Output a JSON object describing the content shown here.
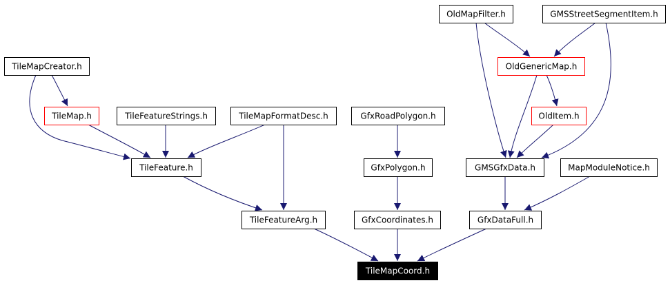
{
  "colors": {
    "edge": "#191970",
    "border_default": "#000000",
    "border_highlight": "#ff0000",
    "fill_default": "#ffffff",
    "fill_root": "#000000",
    "text_default": "#000000",
    "text_root": "#ffffff"
  },
  "nodes": [
    {
      "id": "oldmapfilter",
      "label": "OldMapFilter.h",
      "style": "default"
    },
    {
      "id": "gmsstreetsegmentitem",
      "label": "GMSStreetSegmentItem.h",
      "style": "default"
    },
    {
      "id": "tilemapcreator",
      "label": "TileMapCreator.h",
      "style": "default"
    },
    {
      "id": "oldgenericmap",
      "label": "OldGenericMap.h",
      "style": "highlight"
    },
    {
      "id": "tilemap",
      "label": "TileMap.h",
      "style": "highlight"
    },
    {
      "id": "tilefeaturestrings",
      "label": "TileFeatureStrings.h",
      "style": "default"
    },
    {
      "id": "tilemapformatdesc",
      "label": "TileMapFormatDesc.h",
      "style": "default"
    },
    {
      "id": "gfxroadpolygon",
      "label": "GfxRoadPolygon.h",
      "style": "default"
    },
    {
      "id": "olditem",
      "label": "OldItem.h",
      "style": "highlight"
    },
    {
      "id": "tilefeature",
      "label": "TileFeature.h",
      "style": "default"
    },
    {
      "id": "gfxpolygon",
      "label": "GfxPolygon.h",
      "style": "default"
    },
    {
      "id": "gmsgfxdata",
      "label": "GMSGfxData.h",
      "style": "default"
    },
    {
      "id": "mapmodulenotice",
      "label": "MapModuleNotice.h",
      "style": "default"
    },
    {
      "id": "tilefeaturearg",
      "label": "TileFeatureArg.h",
      "style": "default"
    },
    {
      "id": "gfxcoordinates",
      "label": "GfxCoordinates.h",
      "style": "default"
    },
    {
      "id": "gfxdatafull",
      "label": "GfxDataFull.h",
      "style": "default"
    },
    {
      "id": "tilemapcoord",
      "label": "TileMapCoord.h",
      "style": "root"
    }
  ],
  "edges": [
    {
      "from": "oldmapfilter",
      "to": "oldgenericmap"
    },
    {
      "from": "oldmapfilter",
      "to": "gmsgfxdata"
    },
    {
      "from": "gmsstreetsegmentitem",
      "to": "oldgenericmap"
    },
    {
      "from": "gmsstreetsegmentitem",
      "to": "gmsgfxdata"
    },
    {
      "from": "oldgenericmap",
      "to": "olditem"
    },
    {
      "from": "oldgenericmap",
      "to": "gmsgfxdata"
    },
    {
      "from": "olditem",
      "to": "gmsgfxdata"
    },
    {
      "from": "tilemapcreator",
      "to": "tilemap"
    },
    {
      "from": "tilemapcreator",
      "to": "tilefeature"
    },
    {
      "from": "tilemap",
      "to": "tilefeature"
    },
    {
      "from": "tilefeaturestrings",
      "to": "tilefeature"
    },
    {
      "from": "tilemapformatdesc",
      "to": "tilefeature"
    },
    {
      "from": "tilemapformatdesc",
      "to": "tilefeaturearg"
    },
    {
      "from": "tilefeature",
      "to": "tilefeaturearg"
    },
    {
      "from": "gfxroadpolygon",
      "to": "gfxpolygon"
    },
    {
      "from": "gfxpolygon",
      "to": "gfxcoordinates"
    },
    {
      "from": "gmsgfxdata",
      "to": "gfxdatafull"
    },
    {
      "from": "mapmodulenotice",
      "to": "gfxdatafull"
    },
    {
      "from": "tilefeaturearg",
      "to": "tilemapcoord"
    },
    {
      "from": "gfxcoordinates",
      "to": "tilemapcoord"
    },
    {
      "from": "gfxdatafull",
      "to": "tilemapcoord"
    }
  ]
}
